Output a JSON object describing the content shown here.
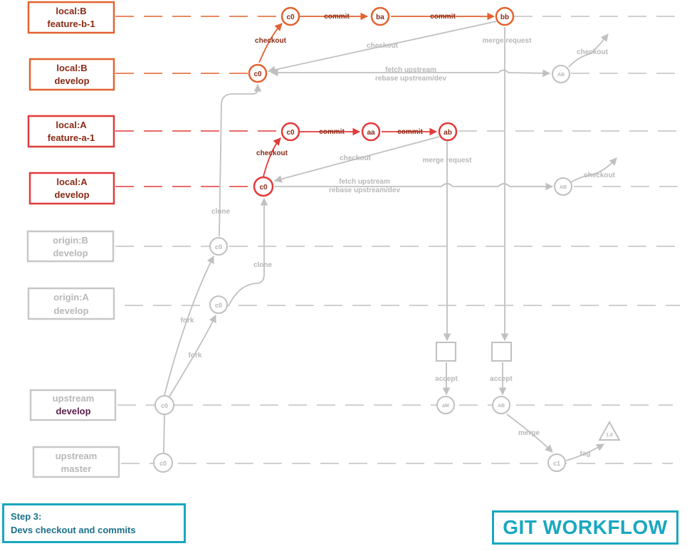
{
  "colors": {
    "feature_b": "#e3622f",
    "feature_a": "#e23a3a",
    "gray": "#c0c0c0",
    "gray_text": "#b8b8b8",
    "dark_text": "#8a2a14",
    "accent": "#1aa7c0",
    "purple": "#5a1f4a"
  },
  "branches": [
    {
      "id": "localb-feature",
      "line1": "local:B",
      "line2": "feature-b-1",
      "color": "feature_b"
    },
    {
      "id": "localb-develop",
      "line1": "local:B",
      "line2": "develop",
      "color": "feature_b"
    },
    {
      "id": "locala-feature",
      "line1": "local:A",
      "line2": "feature-a-1",
      "color": "feature_a"
    },
    {
      "id": "locala-develop",
      "line1": "local:A",
      "line2": "develop",
      "color": "feature_a"
    },
    {
      "id": "originb-develop",
      "line1": "origin:B",
      "line2": "develop",
      "color": "gray"
    },
    {
      "id": "origina-develop",
      "line1": "origin:A",
      "line2": "develop",
      "color": "gray"
    },
    {
      "id": "upstream-develop",
      "line1": "upstream",
      "line2": "develop",
      "color": "gray"
    },
    {
      "id": "upstream-master",
      "line1": "upstream",
      "line2": "master",
      "color": "gray"
    }
  ],
  "commits": {
    "b_c0": "c0",
    "b_ba": "ba",
    "b_bb": "bb",
    "bd_c0": "c0",
    "bd_AB": "AB",
    "a_c0": "c0",
    "a_aa": "aa",
    "a_ab": "ab",
    "ad_c0": "c0",
    "ad_AB": "AB",
    "ob_c0": "c0",
    "oa_c0": "c0",
    "ud_c0": "c0",
    "ud_aM": "aM",
    "ud_AB": "AB",
    "um_c0": "c0",
    "um_c1": "c1",
    "tag": "1.0"
  },
  "labels": {
    "commit": "commit",
    "checkout": "checkout",
    "merge_request": "merge request",
    "fetch_upstream": "fetch upstream",
    "rebase": "rebase upstream/dev",
    "clone": "clone",
    "fork": "fork",
    "accept": "accept",
    "merge": "merge",
    "tag": "tag"
  },
  "footer": {
    "step_title": "Step 3:",
    "step_desc": "Devs checkout and commits",
    "title": "GIT WORKFLOW"
  }
}
